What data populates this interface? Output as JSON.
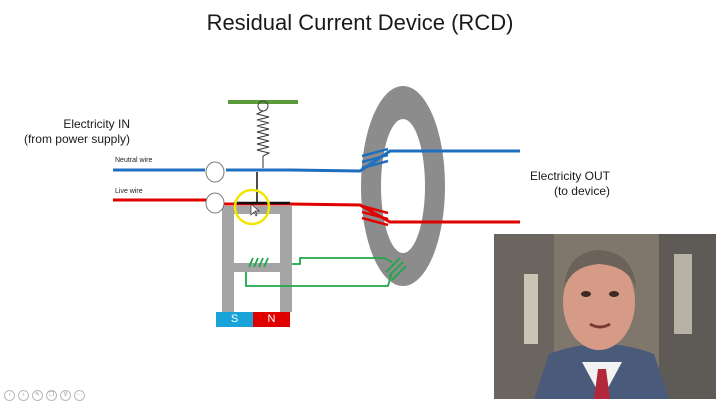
{
  "slide": {
    "title": "Residual Current Device (RCD)",
    "label_in_line1": "Electricity IN",
    "label_in_line2": "(from power supply)",
    "label_out_line1": "Electricity OUT",
    "label_out_line2": "(to device)",
    "neutral_wire_label": "Neutral wire",
    "live_wire_label": "Live wire",
    "magnet_s": "S",
    "magnet_n": "N"
  },
  "colors": {
    "neutral_wire": "#1f6fc1",
    "live_wire": "#e00000",
    "sensing_coil": "#1ea84a",
    "toroid": "#8c8c8c",
    "frame": "#a5a5a5",
    "spring_anchor": "#5a9a3a",
    "cursor_highlight": "#f2e600",
    "magnet_s": "#1aa3d8",
    "magnet_n": "#e00000"
  },
  "toolbar": {
    "icons": [
      "previous-icon",
      "next-icon",
      "pen-icon",
      "copy-icon",
      "zoom-icon",
      "more-icon"
    ]
  }
}
